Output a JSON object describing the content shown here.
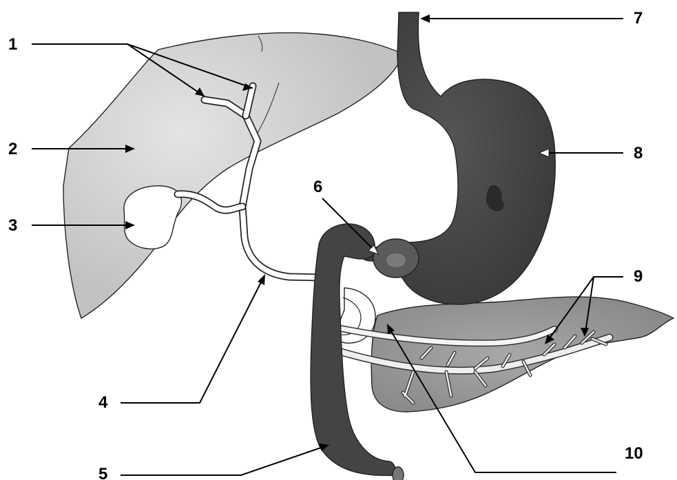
{
  "labels": [
    {
      "id": "1",
      "text": "1"
    },
    {
      "id": "2",
      "text": "2"
    },
    {
      "id": "3",
      "text": "3"
    },
    {
      "id": "4",
      "text": "4"
    },
    {
      "id": "5",
      "text": "5"
    },
    {
      "id": "6",
      "text": "6"
    },
    {
      "id": "7",
      "text": "7"
    },
    {
      "id": "8",
      "text": "8"
    },
    {
      "id": "9",
      "text": "9"
    },
    {
      "id": "10",
      "text": "10"
    }
  ],
  "colors": {
    "liver": "#c4c4c4",
    "pancreas": "#8f8f8f",
    "gut": "#454545",
    "duct": "#ffffff",
    "outline": "#222222",
    "text": "#000000"
  }
}
